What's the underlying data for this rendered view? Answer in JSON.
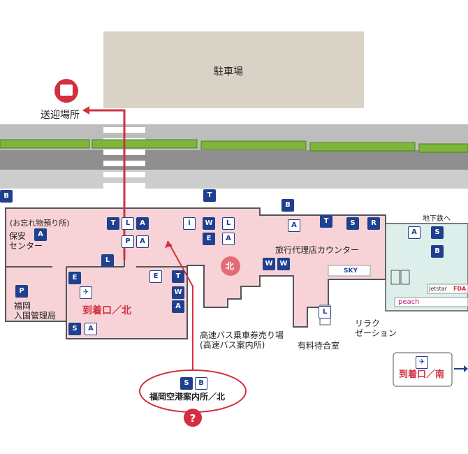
{
  "labels": {
    "parking": "駐車場",
    "pickup": "送迎場所",
    "lost_found_1": "(お忘れ物預り所)",
    "security_center": "保安\nセンター",
    "immigration": "福岡\n入国管理局",
    "arrival_north": "到着口／北",
    "north": "北",
    "travel_agency": "旅行代理店カウンター",
    "bus_ticket": "高速バス乗車券売り場\n(高速バス案内所)",
    "paid_lounge": "有料待合室",
    "relaxation": "リラク\nゼーション",
    "subway": "地下鉄へ",
    "info_center": "福岡空港案内所／北",
    "arrival_south": "到着口／南",
    "airline_sky": "SKY",
    "airline_jetstar": "Jetstar",
    "airline_fda": "FDA",
    "airline_peach": "peach"
  },
  "colors": {
    "route": "#d2303e",
    "terminal": "#f7d3d8",
    "subway_area": "#dcefeb",
    "parking": "#d8d3c6",
    "road": "#b8b8b8",
    "green": "#7db63a",
    "icon": "#1f3f8f"
  },
  "icons": [
    "bus-stop-icon",
    "taxi-icon",
    "bus-icon",
    "phone-icon",
    "locker-icon",
    "info-icon",
    "toilet-icon",
    "accessible-icon",
    "escalator-icon",
    "elevator-icon",
    "restaurant-icon",
    "atm-icon",
    "arrival-plane-icon",
    "police-icon",
    "subway-icon",
    "book-icon",
    "question-icon"
  ]
}
